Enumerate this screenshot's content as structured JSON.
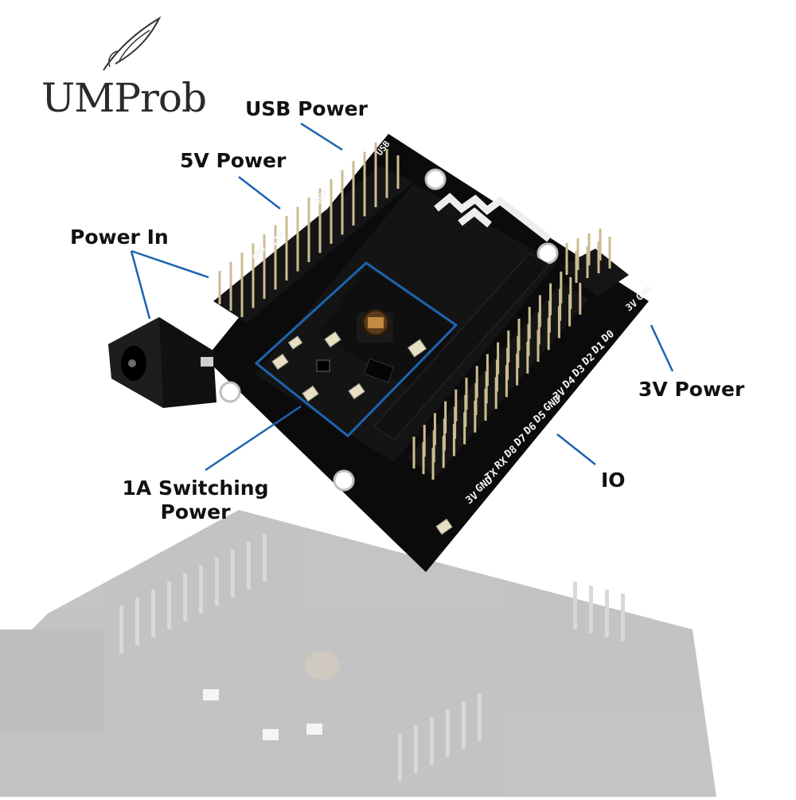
{
  "logo": {
    "text": "UMProb"
  },
  "callouts": {
    "usb_power": "USB Power",
    "v5_power": "5V Power",
    "power_in": "Power In",
    "v3_power": "3V Power",
    "switching_line1": "1A Switching",
    "switching_line2": "Power",
    "io": "IO"
  },
  "silkscreen": {
    "right_pins": [
      "D0",
      "D1",
      "D2",
      "D3",
      "D4",
      "3V",
      "GND",
      "D5",
      "D6",
      "D7",
      "D8",
      "RX",
      "TX",
      "GND",
      "3V"
    ],
    "gnd_3v_top": [
      "GND",
      "3V"
    ],
    "left_top": [
      "GND",
      "VIN",
      "GND",
      "USB"
    ]
  },
  "colors": {
    "board": "#0b0b0b",
    "highlight_box": "#1c64b0",
    "callout_line": "#1c64b0",
    "header": "#151515",
    "pin": "#c9b98a"
  }
}
